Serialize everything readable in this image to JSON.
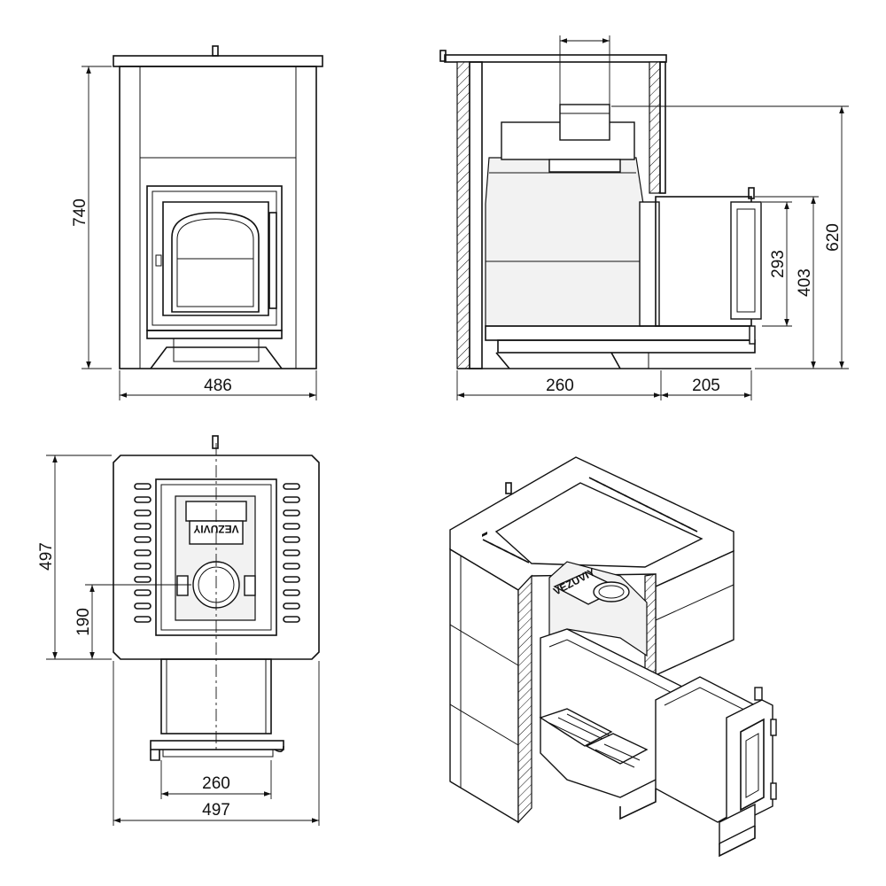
{
  "front_view": {
    "width_label": "486",
    "height_label": "740"
  },
  "side_view": {
    "depth_label": "260",
    "tunnel_label": "205",
    "door_label": "293",
    "tunnel_height_label": "403",
    "total_height_label": "620"
  },
  "top_view": {
    "width_label": "497",
    "depth_label": "497",
    "chimney_offset_label": "190",
    "tunnel_width_label": "260",
    "logo_text": "VEZUVIY"
  },
  "iso_view": {
    "logo_text": "VEZUVIY"
  }
}
